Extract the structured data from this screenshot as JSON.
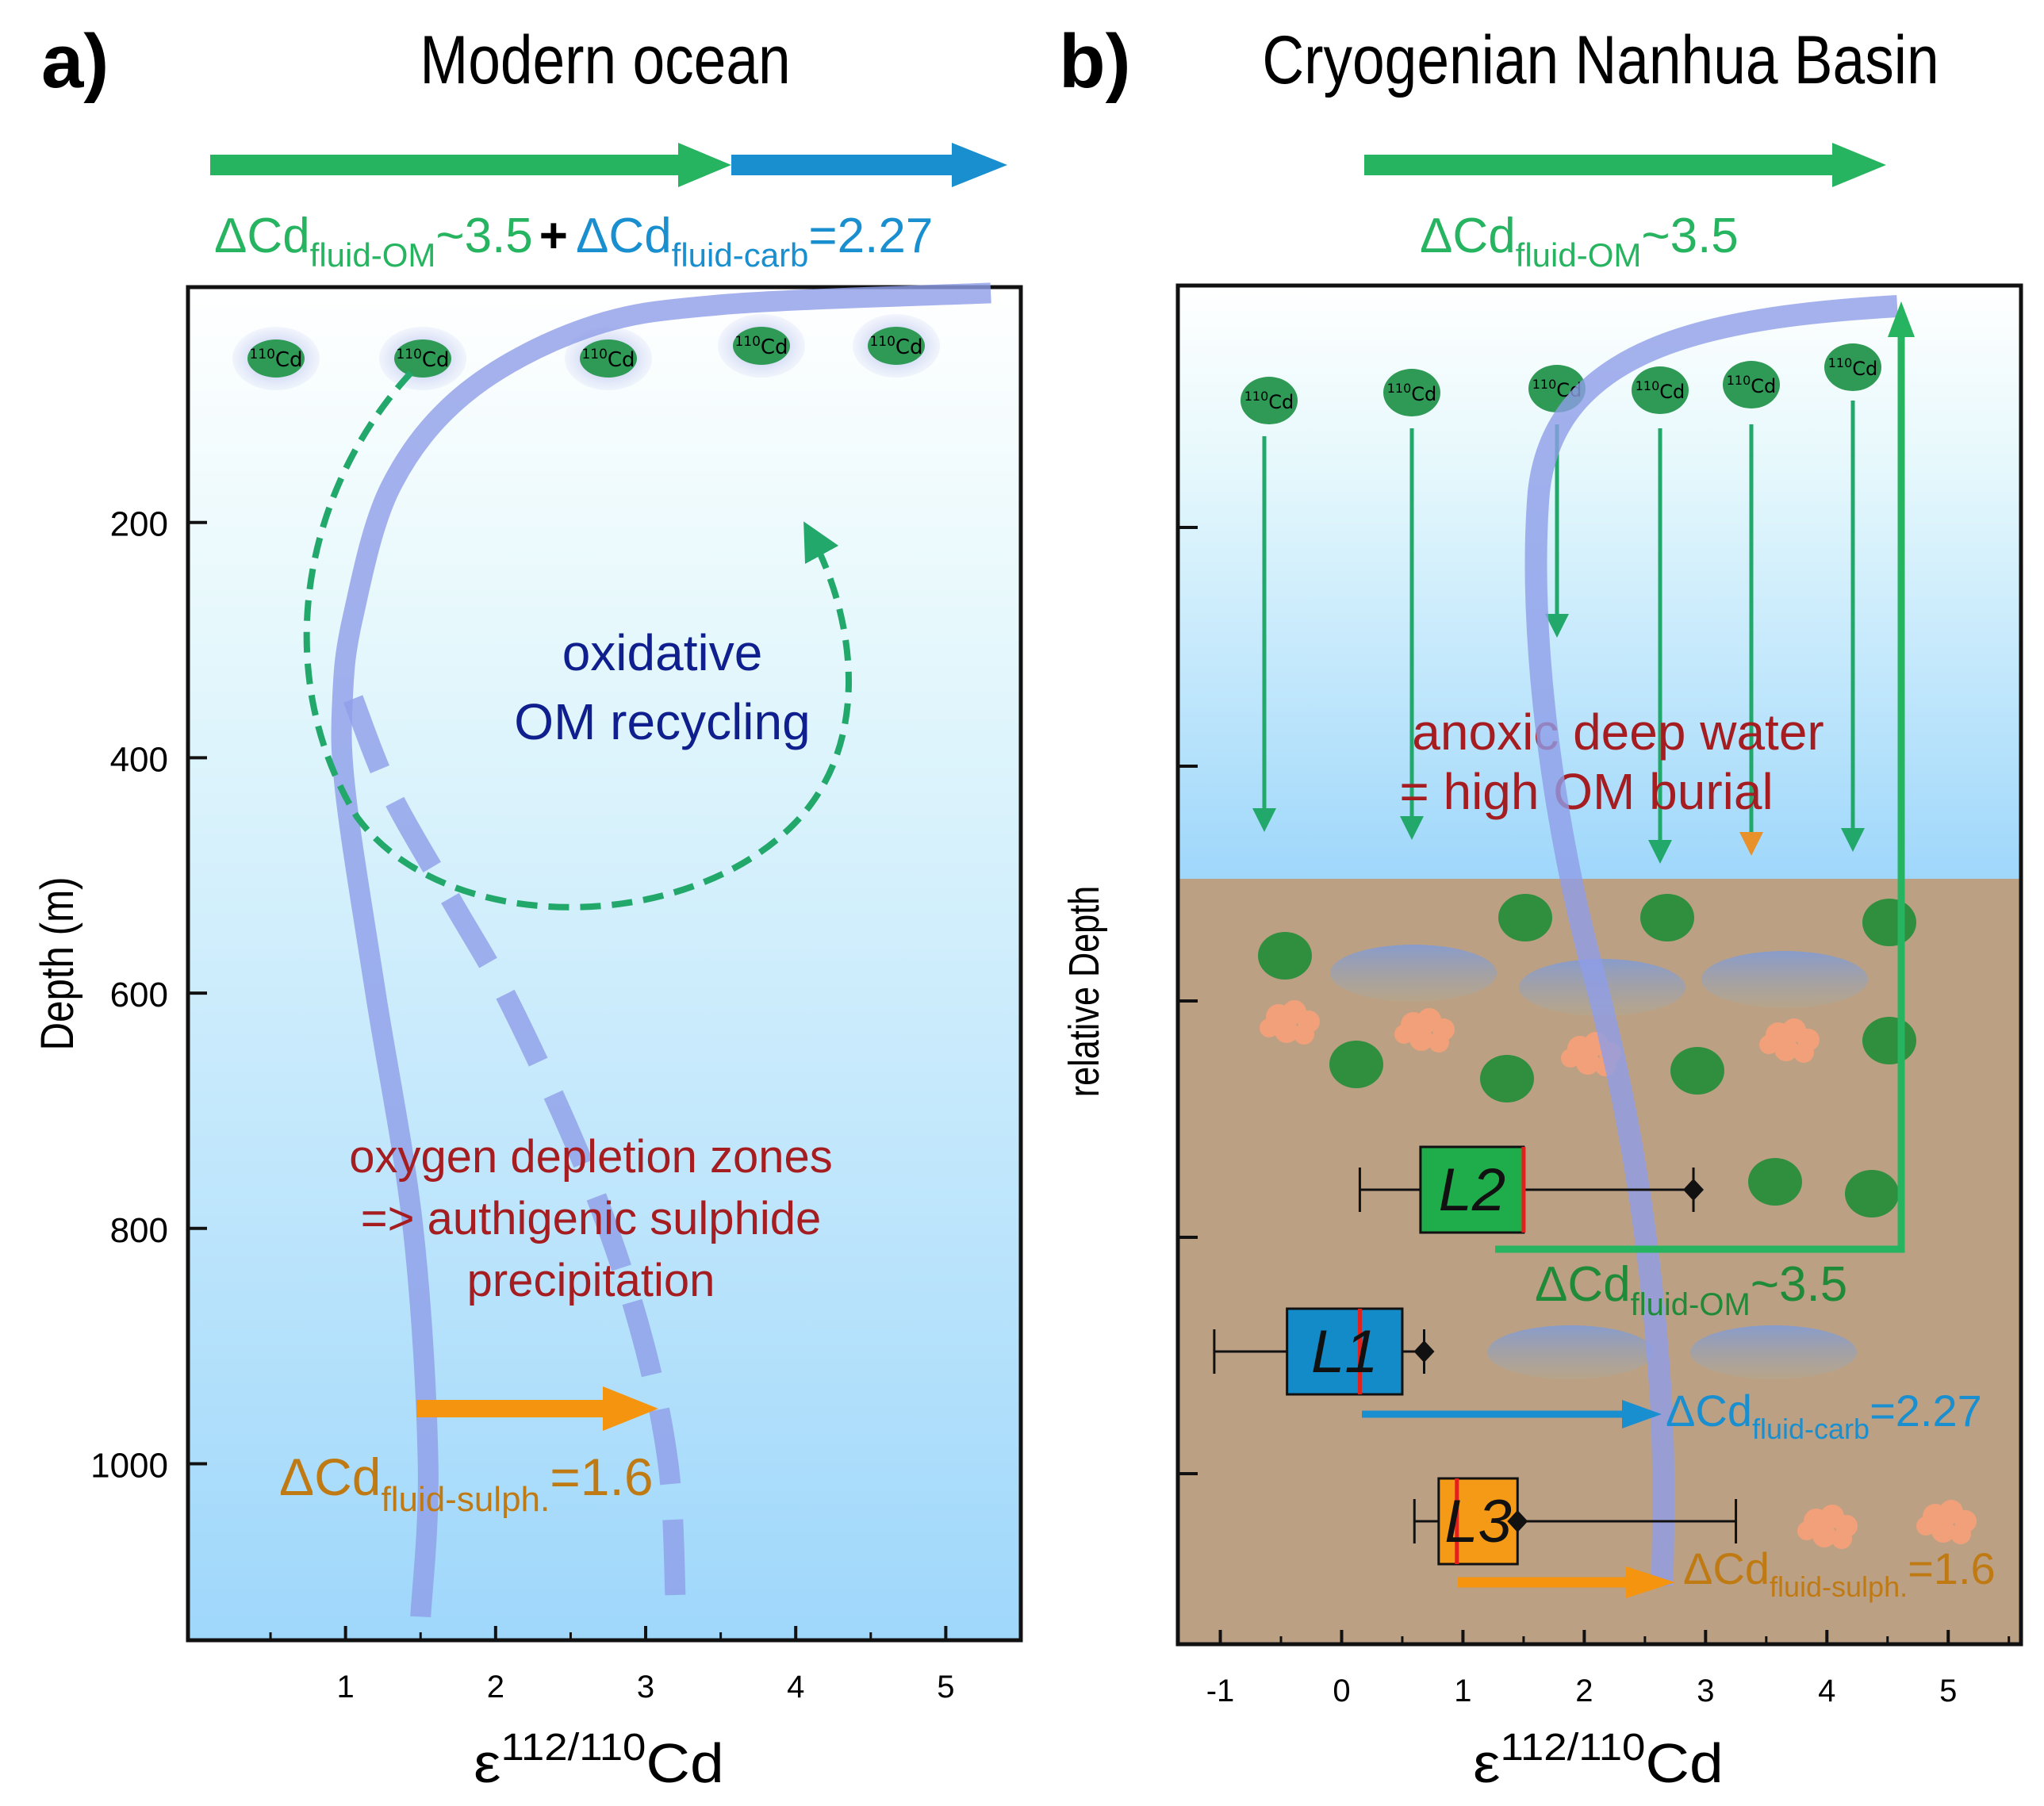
{
  "panel_a": {
    "letter": "a)",
    "title": "Modern ocean",
    "top_label": {
      "om_prefix": "ΔCd",
      "om_sub": "fluid-OM",
      "om_value": "~3.5",
      "plus": "+",
      "carb_prefix": "ΔCd",
      "carb_sub": "fluid-carb",
      "carb_value": "=2.27"
    },
    "y_axis_label": "Depth (m)",
    "y_ticks": [
      "200",
      "400",
      "600",
      "800",
      "1000"
    ],
    "x_ticks": [
      "1",
      "2",
      "3",
      "4",
      "5"
    ],
    "x_axis_label": "ε112/110Cd",
    "x_axis_label_parts": {
      "prefix": "ε",
      "sup": "112/110",
      "suffix": "Cd"
    },
    "cd_particle_label": {
      "sup": "110",
      "text": "Cd"
    },
    "cycle_label": [
      "oxidative",
      "OM recycling"
    ],
    "odz_label": [
      "oxygen depletion zones",
      "=> authigenic sulphide",
      "precipitation"
    ],
    "sulph_label": {
      "prefix": "ΔCd",
      "sub": "fluid-sulph.",
      "value": "=1.6"
    }
  },
  "panel_b": {
    "letter": "b)",
    "title": "Cryogenian Nanhua Basin",
    "top_label": {
      "prefix": "ΔCd",
      "sub": "fluid-OM",
      "value": "~3.5"
    },
    "y_axis_label": "relative Depth",
    "x_ticks": [
      "-1",
      "0",
      "1",
      "2",
      "3",
      "4",
      "5"
    ],
    "x_axis_label": "ε112/110Cd",
    "x_axis_label_parts": {
      "prefix": "ε",
      "sup": "112/110",
      "suffix": "Cd"
    },
    "cd_particle_label": {
      "sup": "110",
      "text": "Cd"
    },
    "anoxic_label": [
      "anoxic deep water",
      "= high OM burial"
    ],
    "om_label": {
      "prefix": "ΔCd",
      "sub": "fluid-OM",
      "value": "~3.5"
    },
    "carb_label": {
      "prefix": "ΔCd",
      "sub": "fluid-carb",
      "value": "=2.27"
    },
    "sulph_label": {
      "prefix": "ΔCd",
      "sub": "fluid-sulph.",
      "value": "=1.6"
    }
  },
  "chart_data": [
    {
      "type": "line",
      "panel": "a",
      "title": "Modern ocean",
      "xlabel": "ε112/110Cd",
      "ylabel": "Depth (m)",
      "xlim": [
        -0.05,
        5.5
      ],
      "ylim": [
        1150,
        0
      ],
      "grid": false,
      "series": [
        {
          "style": "solid",
          "x": [
            5.3,
            3.5,
            2.6,
            1.8,
            1.3,
            1.05,
            0.98,
            1.0,
            1.2,
            1.45,
            1.55,
            1.5
          ],
          "y": [
            5,
            15,
            35,
            90,
            170,
            280,
            350,
            430,
            600,
            800,
            1000,
            1130
          ]
        },
        {
          "style": "dashed",
          "x": [
            1.05,
            1.3,
            1.7,
            2.1,
            2.6,
            2.95,
            3.15,
            3.2
          ],
          "y": [
            350,
            430,
            520,
            610,
            750,
            880,
            1000,
            1120
          ]
        }
      ]
    },
    {
      "type": "box",
      "panel": "b",
      "title": "Cryogenian Nanhua Basin",
      "xlabel": "ε112/110Cd",
      "ylabel": "relative Depth",
      "xlim": [
        -1.35,
        5.6
      ],
      "grid": false,
      "boxes": [
        {
          "name": "L2",
          "color": "#1fad4b",
          "whisker_low": 0.15,
          "q1": 0.65,
          "median": 1.5,
          "q3": 1.5,
          "whisker_high": 2.9,
          "point": 2.9
        },
        {
          "name": "L1",
          "color": "#138bc9",
          "whisker_low": -1.05,
          "q1": -0.45,
          "median": 0.15,
          "q3": 0.5,
          "whisker_high": 0.68,
          "point": 0.68
        },
        {
          "name": "L3",
          "color": "#f59a17",
          "whisker_low": 0.6,
          "q1": 0.8,
          "median": 0.95,
          "q3": 1.45,
          "whisker_high": 3.25,
          "point": 1.45
        }
      ]
    }
  ]
}
